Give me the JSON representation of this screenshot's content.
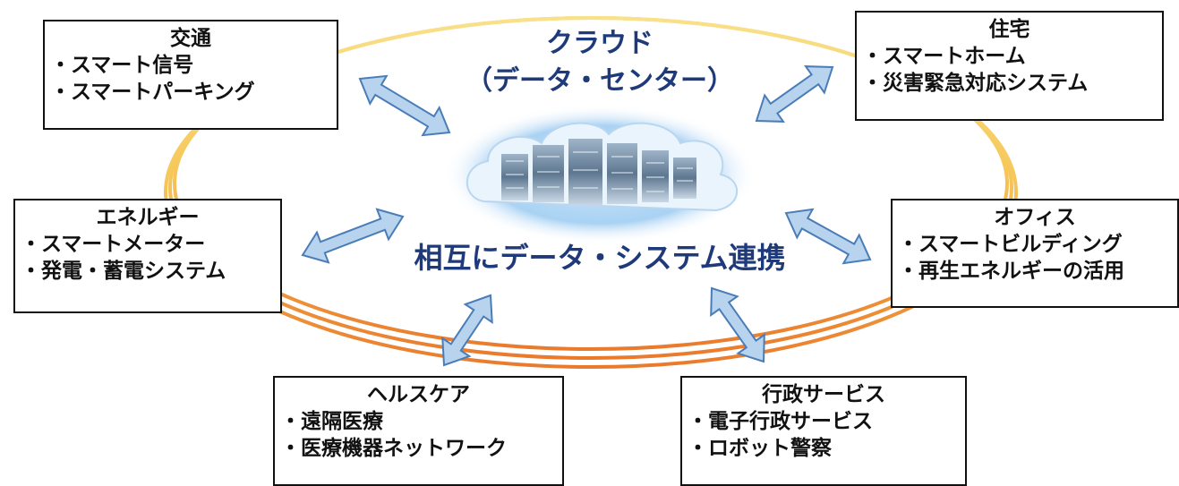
{
  "cloud": {
    "line1": "クラウド",
    "line2": "（データ・センター）",
    "link_label": "相互にデータ・システム連携",
    "server_icon": "server-cloud-icon"
  },
  "boxes": {
    "transport": {
      "title": "交通",
      "items": [
        "・スマート信号",
        "・スマートパーキング"
      ]
    },
    "housing": {
      "title": "住宅",
      "items": [
        "・スマートホーム",
        "・災害緊急対応システム"
      ]
    },
    "energy": {
      "title": "エネルギー",
      "items": [
        "・スマートメーター",
        "・発電・蓄電システム"
      ]
    },
    "office": {
      "title": "オフィス",
      "items": [
        "・スマートビルディング",
        "・再生エネルギーの活用"
      ]
    },
    "health": {
      "title": "ヘルスケア",
      "items": [
        "・遠隔医療",
        "・医療機器ネットワーク"
      ]
    },
    "admin": {
      "title": "行政サービス",
      "items": [
        "・電子行政サービス",
        "・ロボット警察"
      ]
    }
  },
  "colors": {
    "ring_top": "#f7d774",
    "ring_bottom": "#ee8a3a",
    "arrow_fill": "#b7d3ee",
    "arrow_stroke": "#4a7db8",
    "title_text": "#1f3a7a",
    "box_border": "#111111"
  }
}
